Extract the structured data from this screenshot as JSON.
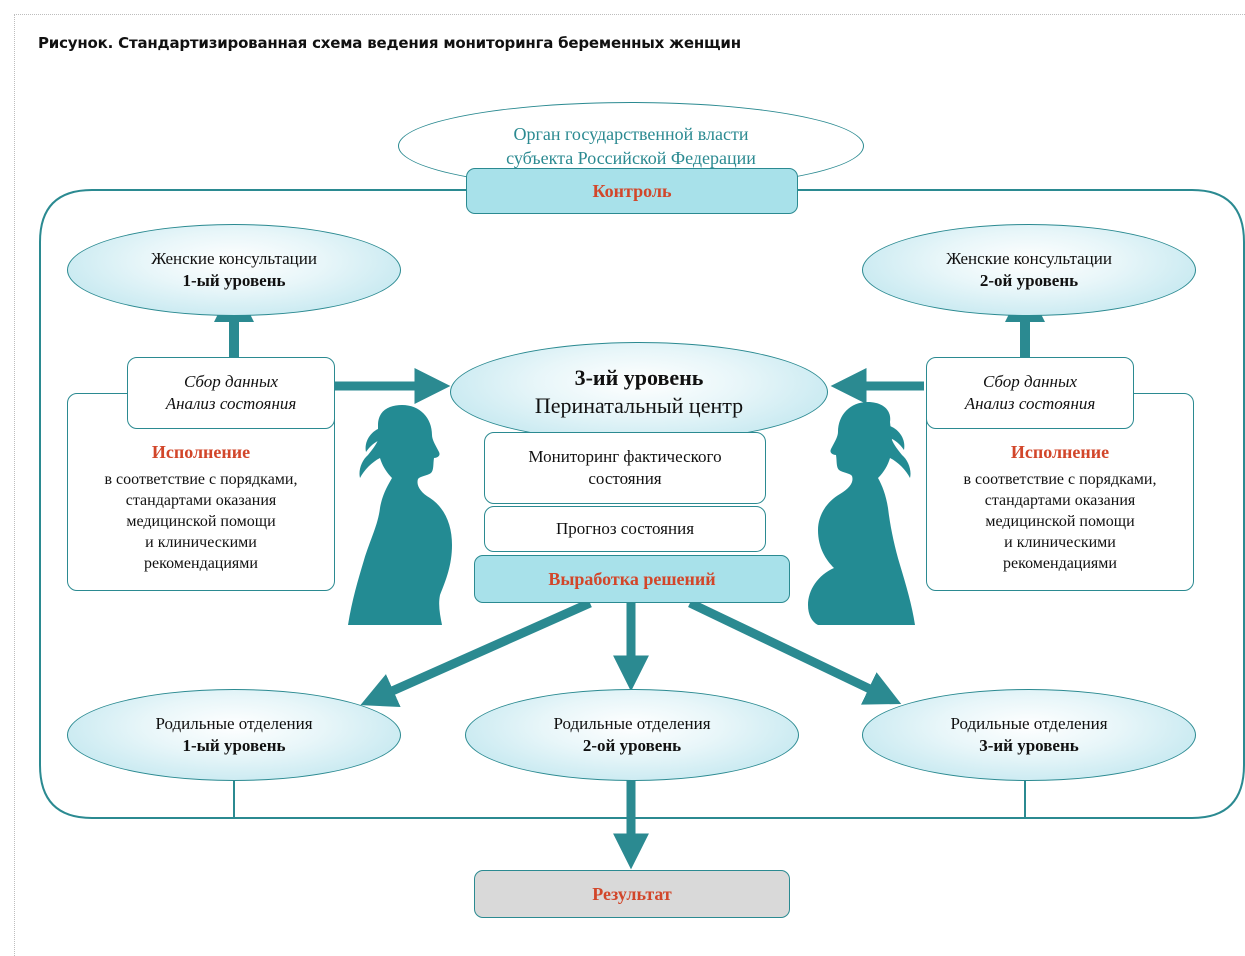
{
  "figure_title": "Рисунок. Стандартизированная схема ведения мониторинга беременных женщин",
  "authority": {
    "line1": "Орган государственной власти",
    "line2": "субъекта Российской Федерации"
  },
  "control_label": "Контроль",
  "consult_left": {
    "line1": "Женские консультации",
    "line2": "1-ый уровень"
  },
  "consult_right": {
    "line1": "Женские консультации",
    "line2": "2-ой уровень"
  },
  "collect_left": {
    "line1": "Сбор данных",
    "line2": "Анализ состояния"
  },
  "collect_right": {
    "line1": "Сбор данных",
    "line2": "Анализ состояния"
  },
  "execution_left": {
    "heading": "Исполнение",
    "lines": [
      "в соответствие с порядками,",
      "стандартами оказания",
      "медицинской помощи",
      "и клиническими",
      "рекомендациями"
    ]
  },
  "execution_right": {
    "heading": "Исполнение",
    "lines": [
      "в соответствие с порядками,",
      "стандартами оказания",
      "медицинской помощи",
      "и клиническими",
      "рекомендациями"
    ]
  },
  "center": {
    "line1": "3-ий уровень",
    "line2": "Перинатальный центр"
  },
  "monitoring": {
    "line1": "Мониторинг фактического",
    "line2": "состояния"
  },
  "forecast_label": "Прогноз состояния",
  "decisions_label": "Выработка решений",
  "maternity_1": {
    "line1": "Родильные отделения",
    "line2": "1-ый уровень"
  },
  "maternity_2": {
    "line1": "Родильные отделения",
    "line2": "2-ой уровень"
  },
  "maternity_3": {
    "line1": "Родильные отделения",
    "line2": "3-ий уровень"
  },
  "result_label": "Результат",
  "colors": {
    "teal": "#2b8a91",
    "accent_red": "#d2462a",
    "cyan_fill": "#a8e1ea",
    "gray_fill": "#d9d9d9"
  },
  "icons": [
    "woman-silhouette-icon",
    "pregnant-woman-silhouette-icon"
  ]
}
